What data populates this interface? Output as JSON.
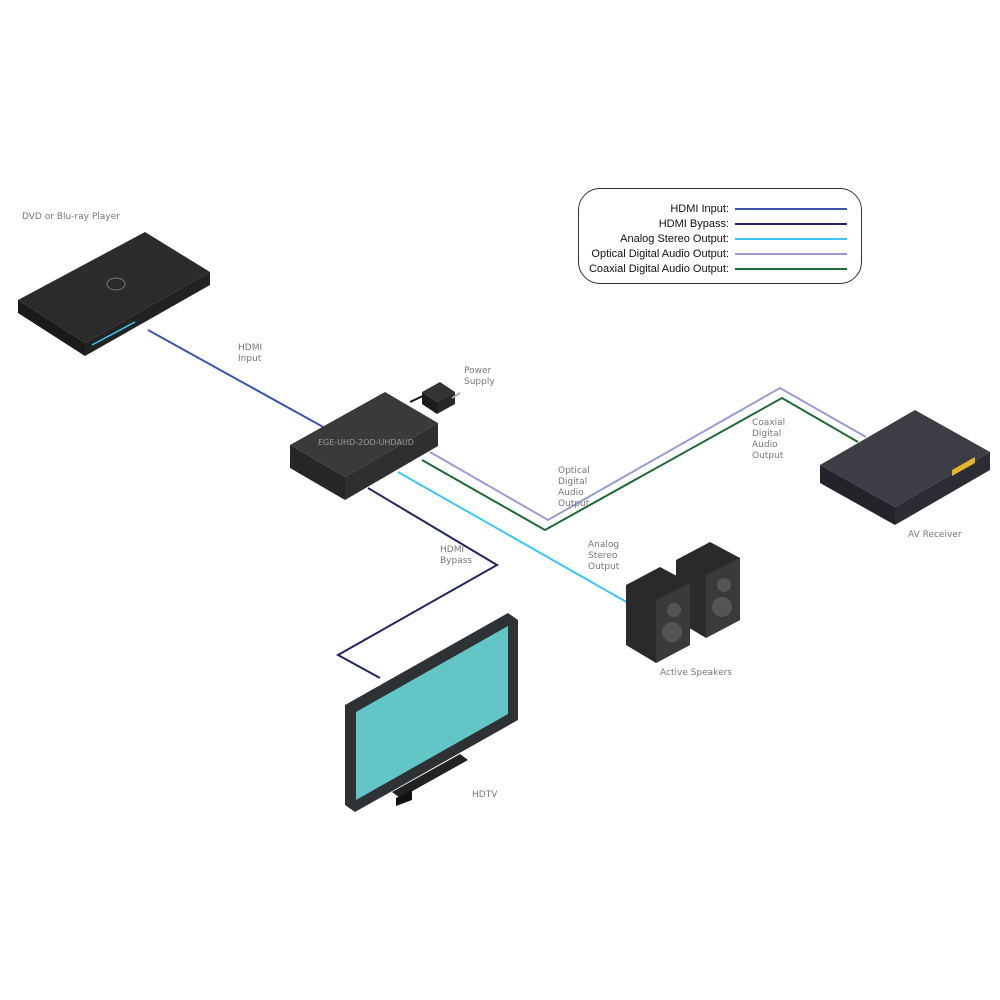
{
  "legend": {
    "items": [
      {
        "label": "HDMI Input:",
        "color": "#3b56a9"
      },
      {
        "label": "HDMI Bypass:",
        "color": "#22245e"
      },
      {
        "label": "Analog Stereo Output:",
        "color": "#3ec5f0"
      },
      {
        "label": "Optical Digital Audio Output:",
        "color": "#9b9bd3"
      },
      {
        "label": "Coaxial Digital Audio Output:",
        "color": "#1d6a34"
      }
    ]
  },
  "devices": {
    "player": "DVD or Blu-ray Player",
    "extractor": "EGE-UHD-2OD-UHDAUD",
    "power": [
      "Power",
      "Supply"
    ],
    "receiver": "AV Receiver",
    "speakers": "Active Speakers",
    "tv": "HDTV"
  },
  "cables": {
    "hdmi_input": [
      "HDMI",
      "Input"
    ],
    "hdmi_bypass": [
      "HDMI",
      "Bypass"
    ],
    "analog": [
      "Analog",
      "Stereo",
      "Output"
    ],
    "optical": [
      "Optical",
      "Digital",
      "Audio",
      "Output"
    ],
    "coaxial": [
      "Coaxial",
      "Digital",
      "Audio",
      "Output"
    ]
  }
}
